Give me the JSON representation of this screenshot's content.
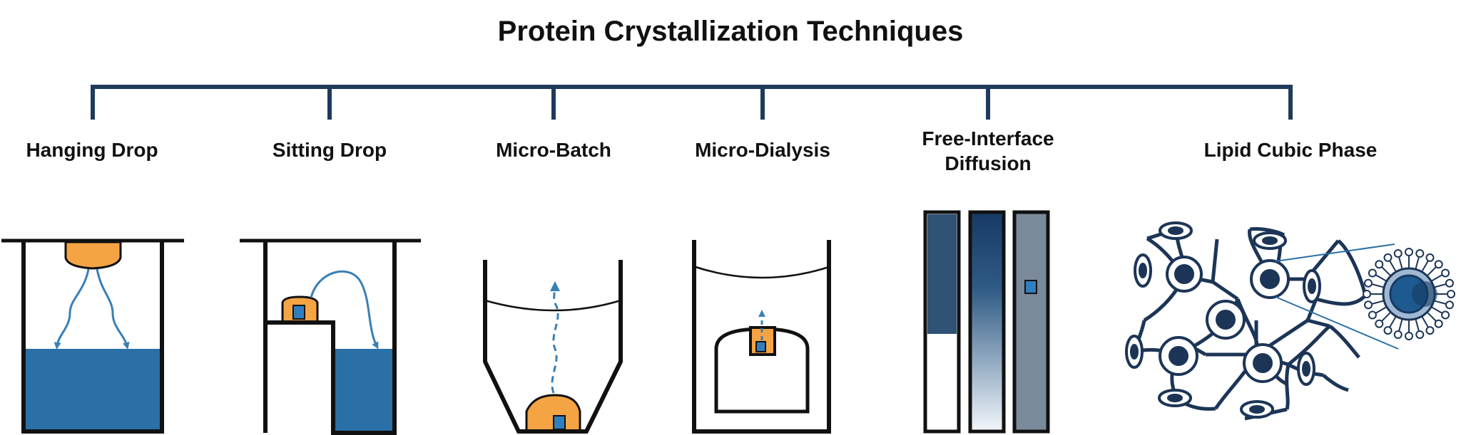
{
  "title": "Protein Crystallization Techniques",
  "techniques": [
    {
      "id": "hanging-drop",
      "label": "Hanging Drop"
    },
    {
      "id": "sitting-drop",
      "label": "Sitting Drop"
    },
    {
      "id": "micro-batch",
      "label": "Micro-Batch"
    },
    {
      "id": "micro-dialysis",
      "label": "Micro-Dialysis"
    },
    {
      "id": "free-interface-diffusion",
      "label": "Free-Interface Diffusion"
    },
    {
      "id": "lipid-cubic-phase",
      "label": "Lipid Cubic Phase"
    }
  ],
  "colors": {
    "tree": "#1f3b5c",
    "reservoir": "#2a6fa5",
    "drop": "#f5a444",
    "crystal": "#2f7fbf",
    "outline": "#111111",
    "arrow": "#3a7fb5",
    "lcp_line": "#1c3557",
    "lcp_core": "#173a63",
    "fid_dark": "#2f5275",
    "fid_grey": "#7a8a9a"
  }
}
